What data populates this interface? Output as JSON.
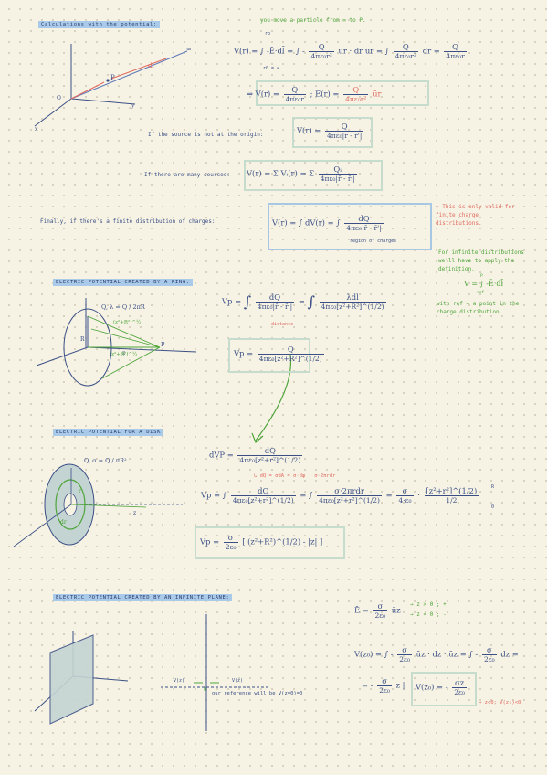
{
  "headers": {
    "calc": "Calculations with the potential:",
    "ring": "ELECTRIC POTENTIAL CREATED BY A RING:",
    "disk": "ELECTRIC POTENTIAL FOR A DISK",
    "plane": "ELECTRIC POTENTIAL CREATED BY AN INFINITE PLANE:"
  },
  "calc": {
    "note_move": "you move a particle from ∞ to P.",
    "v_def": "V(r) = ∫ -Ē·dl̄ = ∫ -",
    "q": "Q",
    "den_r2": "4πε₀r²",
    "den_r": "4πε₀r",
    "ur": "ūr · dr ūr",
    "eq_mid": "= ∫",
    "dr": "dr =",
    "lower": "r0 = ∞",
    "upper": "rp",
    "res_pre": "⇒ V(r) =",
    "res_mid": "; Ē(r) =",
    "res_ur": "ūr",
    "den_e2": "4πε₀r²",
    "origin_note": "If the source is not at the origin:",
    "origin_v": "V(r) =",
    "den_origin": "4πε₀|r̄ - r̄'|",
    "many_note": "If there are many sources:",
    "many_v": "V(r) = Σ Vᵢ(r) = Σ",
    "qi": "Qᵢ",
    "den_many": "4πε₀|r̄ - r̄ᵢ|",
    "finally_note": "Finally, if there's a finite distribution of charges:",
    "dist_v": "V(r) = ∫ dV(r) = ∫",
    "dq": "dQ",
    "den_dist": "4πε₀|r̄ - r̄'|",
    "region": "region of charges",
    "valid1": "⇒ This is only valid for",
    "valid2": "finite charge",
    "valid3": "distributions.",
    "infinite1": "For infinite distributions",
    "infinite2": "we'll have to apply the",
    "infinite3": "definition,",
    "def_v": "V = ∫ -Ē·dl̄",
    "def_lim_top": "P",
    "def_lim_bot": "ref",
    "ref1": "with ref = a point in the",
    "ref2": "charge distribution."
  },
  "ring": {
    "lambda": "Q,  λ = Q / 2πR",
    "vp": "Vp =",
    "dq": "dQ",
    "den1": "4πε₀|r̄ - r̄'|",
    "lam_dl": "λdl",
    "den2": "4πε₀[z²+R²]^(1/2)",
    "dist": "distance",
    "box_vp": "Vp =",
    "box_q": "Q",
    "box_den": "4πε₀[z²+R²]^(1/2)",
    "lbl_r": "R",
    "lbl_z": "z",
    "lbl_dist": "(z²+R²)^½",
    "lbl_p": "P"
  },
  "disk": {
    "sigma": "Q,  σ = Q / πR²",
    "dvp": "dVP =",
    "dq": "dQ",
    "den_d": "4πε₀[z²+r²]^(1/2)",
    "dq_note": "↳ dQ = σdA = σ·dφ · σ·2πrdr",
    "vp": "Vp = ∫",
    "dq2": "dQ",
    "den_2": "4πε₀[z²+r²]^(1/2)",
    "eq2": "= ∫",
    "num_3": "σ·2πrdr",
    "den_3": "4πε₀[z²+r²]^(1/2)",
    "eq3": "=",
    "sig": "σ",
    "den_sig": "4·ε₀",
    "mul": "·",
    "num_4": "[z²+r²]^(1/2)",
    "den_4": "1/2",
    "lim_top": "R",
    "lim_bot": "0",
    "res_vp": "Vp =",
    "res_sig": "σ",
    "res_den": "2ε₀",
    "res_bracket": "[ (z²+R²)^(1/2) - |z| ]",
    "lbl_r": "r",
    "lbl_dr": "dr",
    "lbl_z": "z"
  },
  "plane": {
    "e_def": "Ē =",
    "sig": "σ",
    "den": "2ε₀",
    "uz": "ūz",
    "cond1": "→ z > 0 ; +",
    "cond2": "→ z < 0 ; -",
    "vz_def": "V(z₀) = ∫",
    "m1": "-",
    "uz_dz": "ūz · dz · ūz",
    "eq": "= ∫",
    "dz": "dz =",
    "res_pre": "= -",
    "res_z": "z |",
    "box_v": "V(z₀) = -",
    "box_num": "σz",
    "box_den": "2ε₀",
    "note_neg": "⇒ z<0;  V(z₀)<0",
    "reference": "our reference will be  V(z=0)=0",
    "lbl_vz_l": "V(z)",
    "lbl_vz_r": "V(z)",
    "lbl_0": "0"
  }
}
